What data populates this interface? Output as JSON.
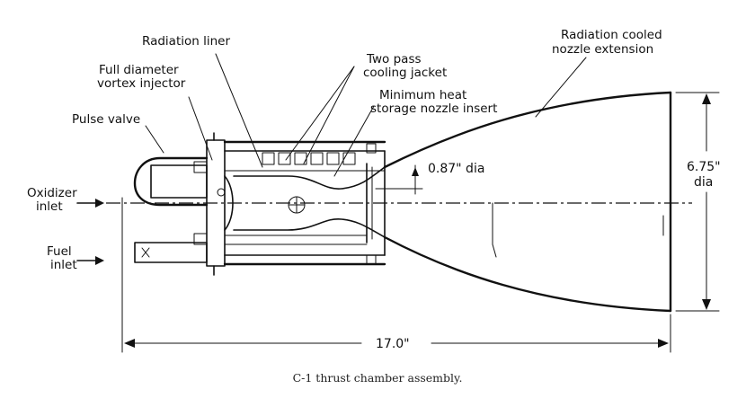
{
  "labels": {
    "radiation_liner": "Radiation liner",
    "two_pass_1": "Two pass",
    "two_pass_2": "cooling jacket",
    "radiation_cooled_1": "Radiation cooled",
    "radiation_cooled_2": "nozzle extension",
    "full_diameter_1": "Full diameter",
    "full_diameter_2": "vortex injector",
    "minimum_heat_1": "Minimum heat",
    "minimum_heat_2": "storage nozzle insert",
    "pulse_valve": "Pulse valve",
    "oxidizer_1": "Oxidizer",
    "oxidizer_2": "inlet",
    "fuel_1": "Fuel",
    "fuel_2": "inlet"
  },
  "dimensions": {
    "throat": "0.87\" dia",
    "exit_1": "6.75\"",
    "exit_2": "dia",
    "length": "17.0\""
  },
  "caption": "C-1 thrust chamber assembly."
}
